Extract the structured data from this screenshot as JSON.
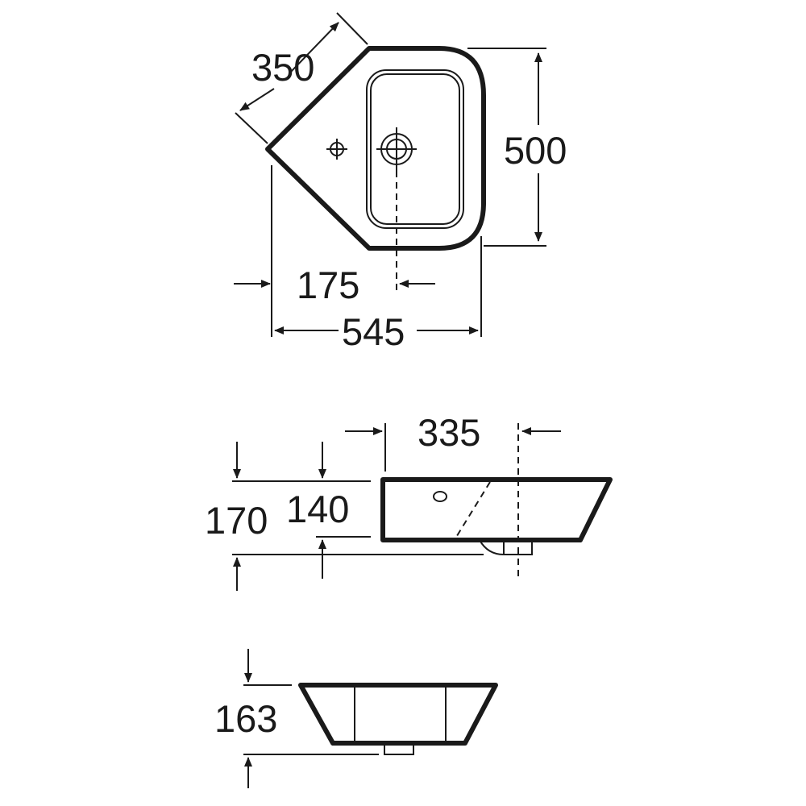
{
  "top_view": {
    "width_label": "545",
    "depth_label": "500",
    "side_label": "350",
    "tap_offset_label": "175"
  },
  "side_view": {
    "tap_offset_label": "335",
    "total_height_label": "170",
    "basin_height_label": "140"
  },
  "front_view": {
    "height_label": "163"
  },
  "colors": {
    "ink": "#1a1a1a",
    "background": "#ffffff"
  }
}
